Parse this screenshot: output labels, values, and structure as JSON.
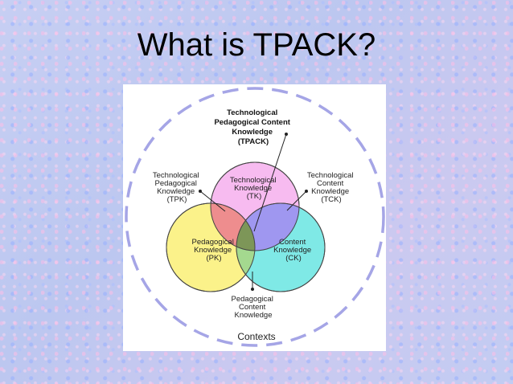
{
  "slide": {
    "title": "What is TPACK?"
  },
  "diagram": {
    "tpack": [
      "Technological",
      "Pedagogical Content",
      "Knowledge",
      "(TPACK)"
    ],
    "tpk": [
      "Technological",
      "Pedagogical",
      "Knowledge",
      "(TPK)"
    ],
    "tk": [
      "Technological",
      "Knowledge",
      "(TK)"
    ],
    "tck": [
      "Technological",
      "Content",
      "Knowledge",
      "(TCK)"
    ],
    "pk": [
      "Pedagogical",
      "Knowledge",
      "(PK)"
    ],
    "ck": [
      "Content",
      "Knowledge",
      "(CK)"
    ],
    "pck": [
      "Pedagogical",
      "Content",
      "Knowledge"
    ],
    "contexts": "Contexts",
    "colors": {
      "tk_circle": "#f7bbf0",
      "pk_circle": "#fbf28a",
      "ck_circle": "#7fe9e6",
      "tpk_overlap": "#ee8d8e",
      "tck_overlap": "#9f97f0",
      "pck_overlap": "#a4d98f",
      "tpack_center": "#7d9658",
      "contexts_ring": "#a5a5e6"
    }
  }
}
